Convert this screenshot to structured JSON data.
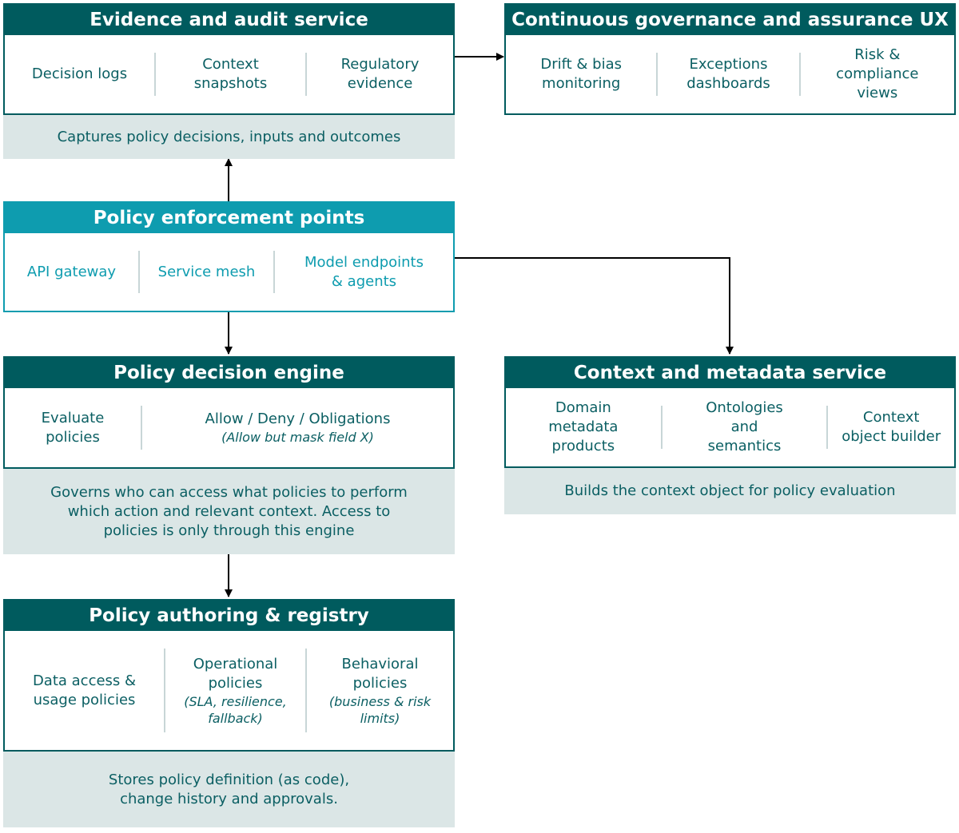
{
  "evidence": {
    "title": "Evidence and audit service",
    "items": [
      "Decision logs",
      "Context snapshots",
      "Regulatory evidence"
    ],
    "note": "Captures policy decisions, inputs and outcomes"
  },
  "governance": {
    "title": "Continuous governance and assurance UX",
    "items": [
      "Drift & bias monitoring",
      "Exceptions dashboards",
      "Risk & compliance views"
    ]
  },
  "enforcement": {
    "title": "Policy enforcement points",
    "items": [
      "API gateway",
      "Service mesh",
      "Model endpoints & agents"
    ]
  },
  "decision": {
    "title": "Policy decision engine",
    "items": [
      "Evaluate policies",
      "Allow / Deny / Obligations"
    ],
    "items_sub": "(Allow but mask field X)",
    "note": "Governs who can access what policies to perform which action and relevant context. Access to policies is only through this engine"
  },
  "context": {
    "title": "Context and metadata service",
    "items": [
      "Domain metadata products",
      "Ontologies and semantics",
      "Context object builder"
    ],
    "note": "Builds the context object for policy evaluation"
  },
  "authoring": {
    "title": "Policy authoring & registry",
    "items": [
      "Data access & usage policies",
      "Operational policies",
      "Behavioral policies"
    ],
    "items_sub": [
      "(SLA, resilience, fallback)",
      "(business & risk limits)"
    ],
    "note": "Stores policy definition (as code), change history and approvals."
  },
  "colors": {
    "dark_teal": "#005b5e",
    "bright_teal": "#0e9caf",
    "note_bg": "#dbe6e6",
    "text": "#0b5f63"
  }
}
